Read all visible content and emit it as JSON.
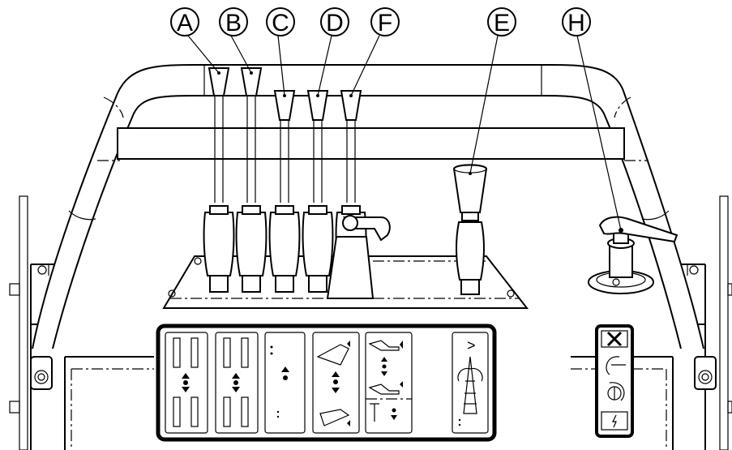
{
  "callouts": {
    "A": "A",
    "B": "B",
    "C": "C",
    "D": "D",
    "F": "F",
    "E": "E",
    "H": "H"
  },
  "decal_symbols": {
    "arrow_symbol": ">"
  }
}
